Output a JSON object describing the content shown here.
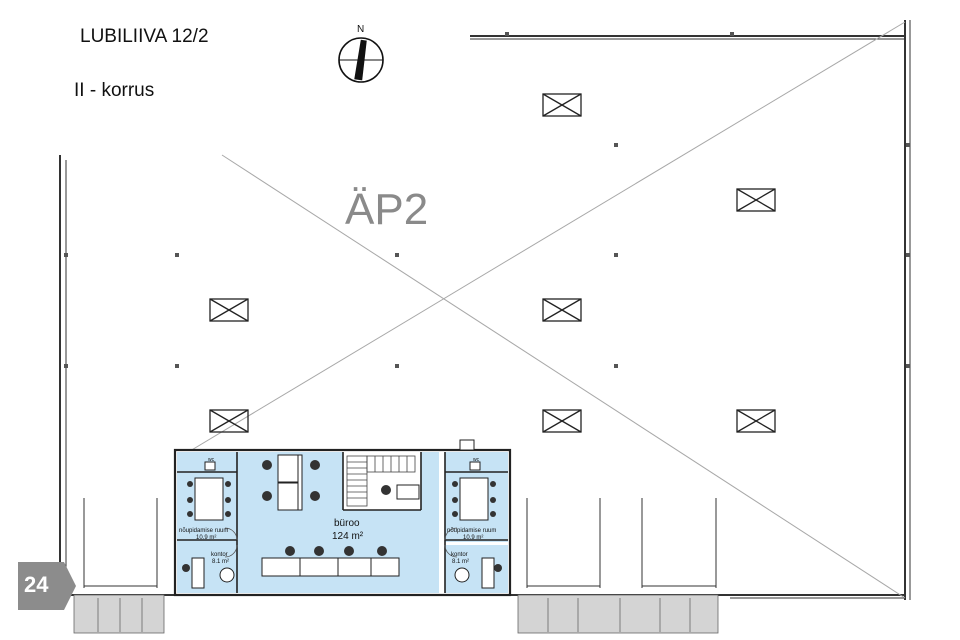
{
  "header": {
    "address": "LUBILIIVA 12/2",
    "floor": "II - korrus"
  },
  "compass": {
    "label": "N"
  },
  "hall": {
    "label": "ÄP2"
  },
  "rooms": {
    "office": {
      "name": "büroo",
      "area": "124 m²"
    },
    "meeting_left": {
      "name": "nõupidamise ruum",
      "area": "10.9 m²"
    },
    "meeting_right": {
      "name": "nõupidamise ruum",
      "area": "10.9 m²"
    },
    "kontor_left": {
      "name": "kontor",
      "area": "8.1 m²"
    },
    "kontor_right": {
      "name": "kontor",
      "area": "8.1 m²"
    },
    "wc_left": {
      "name": "wc"
    },
    "wc_right": {
      "name": "wc"
    }
  },
  "badge": {
    "label": "24"
  },
  "colors": {
    "office_fill": "#c6e3f5",
    "wall": "#222222",
    "line": "#9a9a9a"
  }
}
